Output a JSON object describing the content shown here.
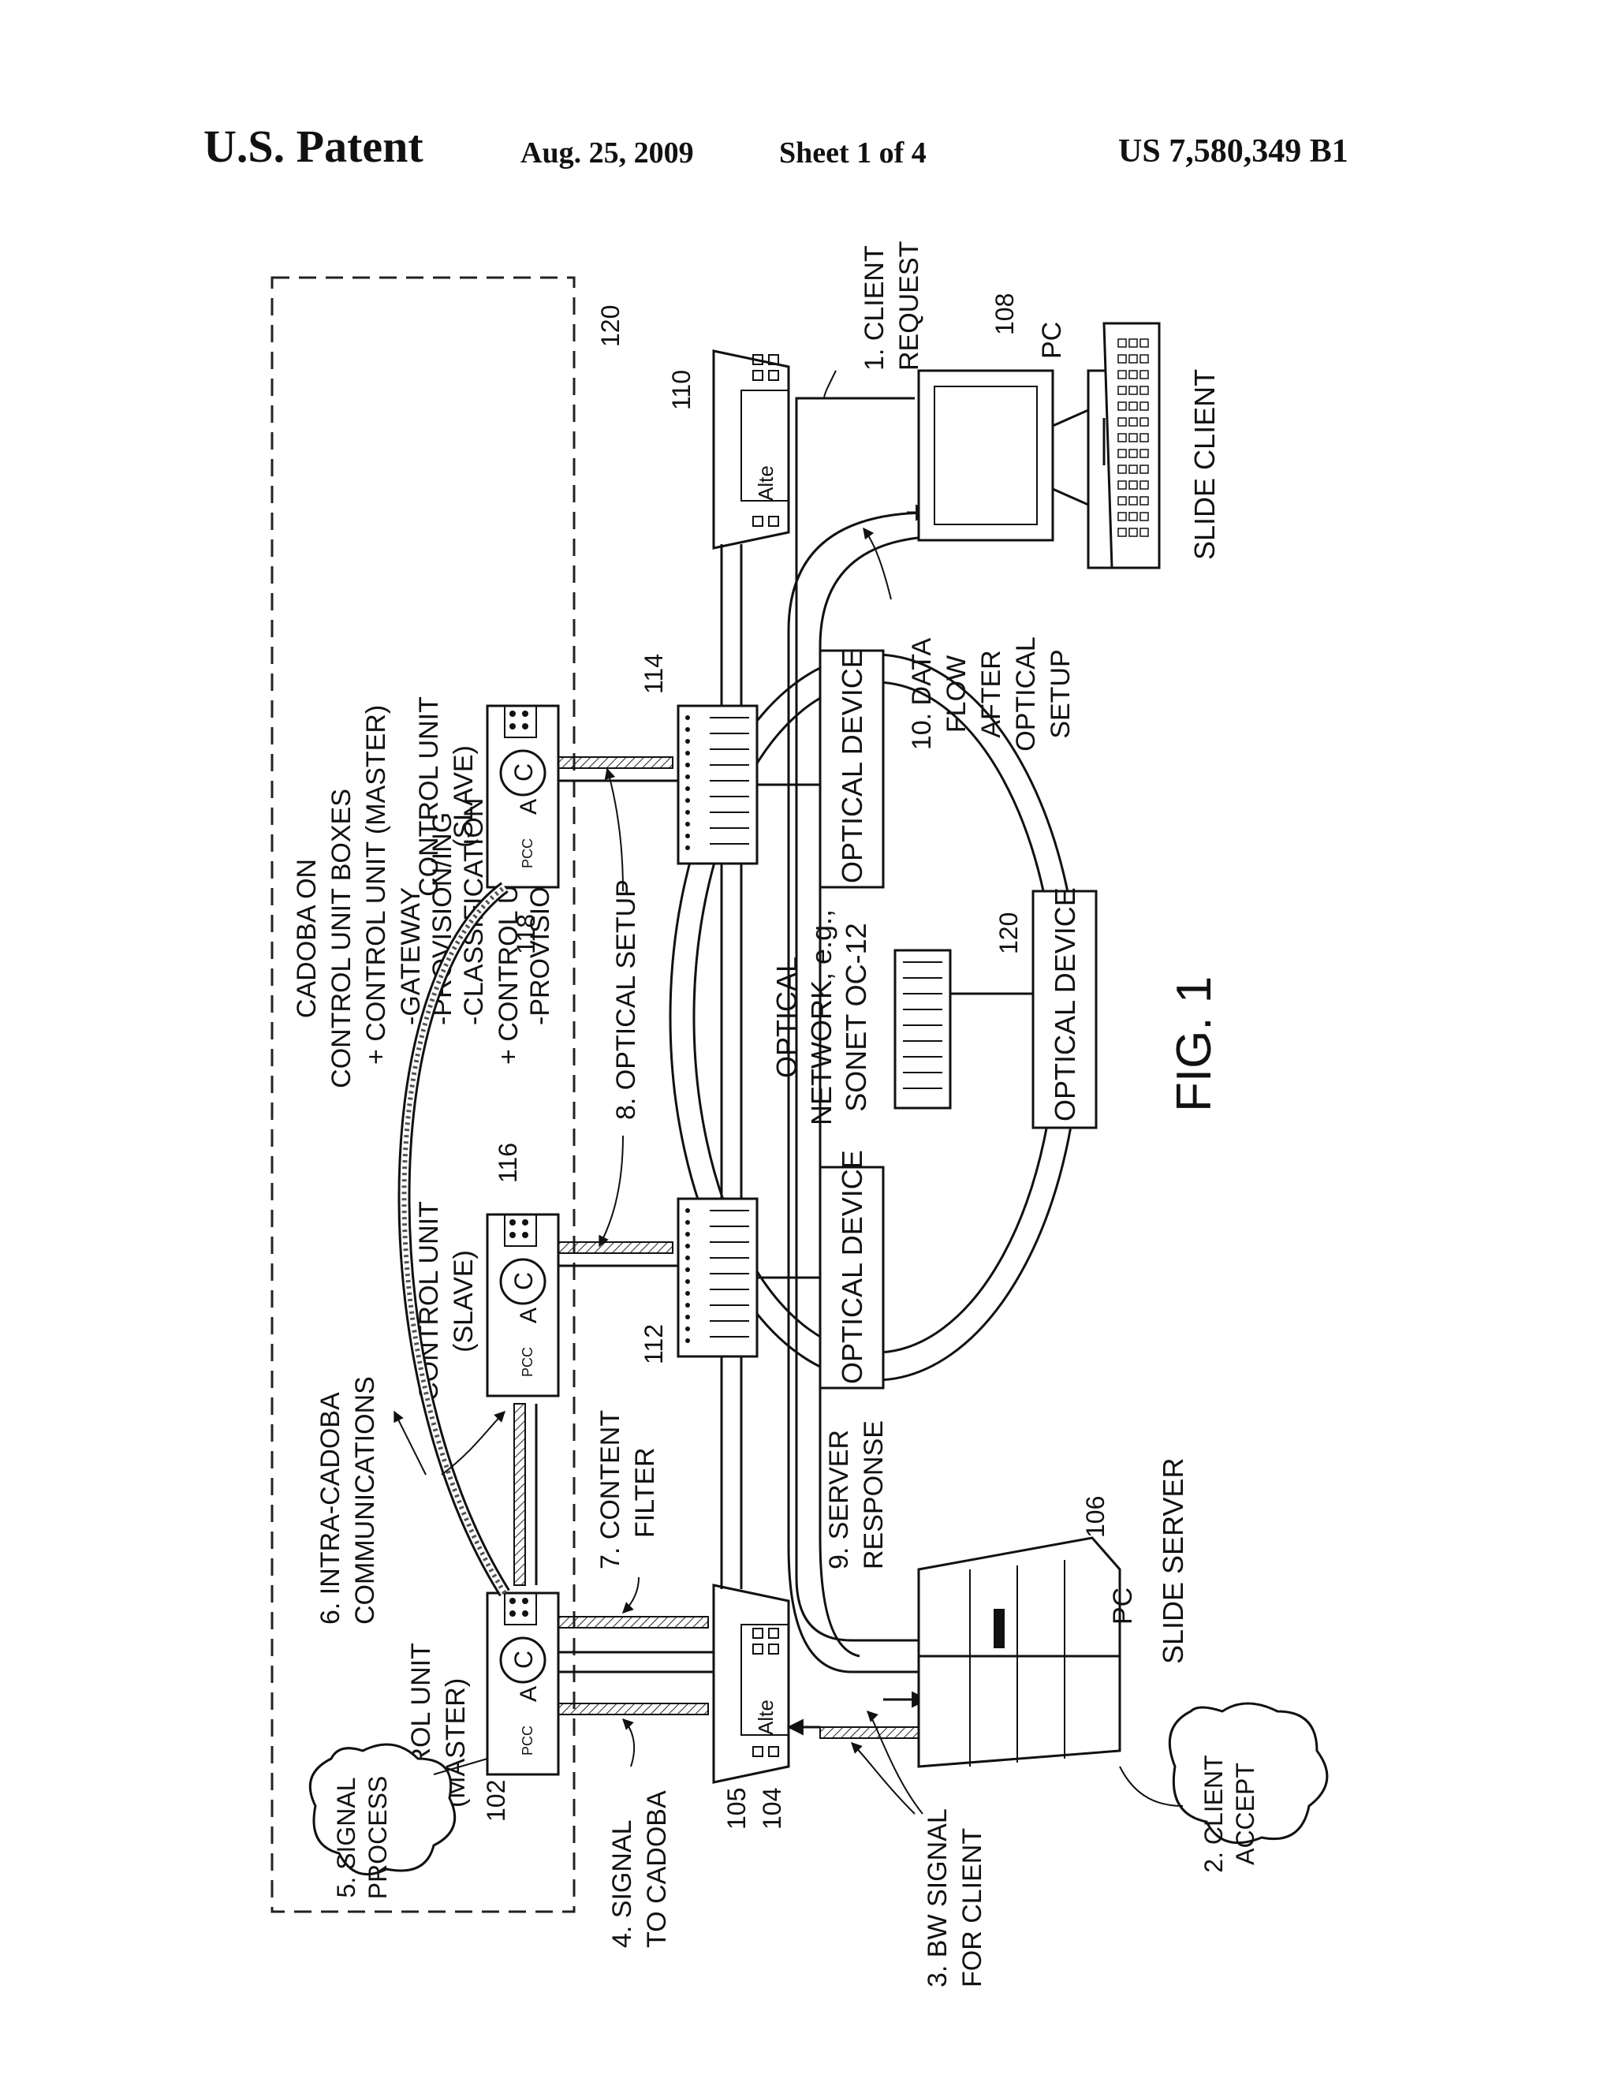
{
  "header": {
    "title": "U.S. Patent",
    "date": "Aug. 25, 2009",
    "sheet": "Sheet 1 of 4",
    "patent_number": "US 7,580,349 B1"
  },
  "figure": {
    "caption": "FIG. 1",
    "cadoba_box": {
      "lines": [
        "CADOBA ON",
        "CONTROL UNIT BOXES",
        "+ CONTROL UNIT (MASTER)",
        "-GATEWAY",
        "-PROVISION/ING",
        "-CLASSIFICATION",
        "+ CONTROL UNIT (SLAVE)",
        "-PROVISIONING"
      ],
      "ref": "120"
    },
    "control_units": [
      {
        "label_line1": "CONTROL UNIT",
        "label_line2": "(MASTER)",
        "ref": "102"
      },
      {
        "label_line1": "CONTROL UNIT",
        "label_line2": "(SLAVE)",
        "ref": "116"
      },
      {
        "label_line1": "CONTROL UNIT",
        "label_line2": "(SLAVE)",
        "ref": "118"
      }
    ],
    "box_glyphs": {
      "pcc": "PCC",
      "a": "A",
      "c": "C",
      "alte": "Alte"
    },
    "optical_devices": [
      {
        "label": "OPTICAL DEVICE",
        "ref": "112"
      },
      {
        "label": "OPTICAL DEVICE",
        "ref": "120"
      },
      {
        "label": "OPTICAL DEVICE",
        "ref": "114"
      }
    ],
    "network_label": [
      "OPTICAL",
      "NETWORK, e.g.,",
      "SONET OC-12"
    ],
    "routers": {
      "ref_left_a": "105",
      "ref_left_b": "104",
      "ref_right": "110"
    },
    "server": {
      "label": "SLIDE SERVER",
      "pc": "PC",
      "ref": "106"
    },
    "client": {
      "label": "SLIDE CLIENT",
      "pc": "PC",
      "ref": "108"
    },
    "steps": {
      "s1": [
        "1. CLIENT",
        "REQUEST"
      ],
      "s2": [
        "2. CLIENT",
        "ACCEPT"
      ],
      "s3": [
        "3. BW SIGNAL",
        "FOR CLIENT"
      ],
      "s4": [
        "4. SIGNAL",
        "TO CADOBA"
      ],
      "s5": [
        "5. SIGNAL",
        "PROCESS"
      ],
      "s6": [
        "6. INTRA-CADOBA",
        "COMMUNICATIONS"
      ],
      "s7": [
        "7. CONTENT",
        "FILTER"
      ],
      "s8": [
        "8. OPTICAL SETUP"
      ],
      "s9": [
        "9. SERVER",
        "RESPONSE"
      ],
      "s10": [
        "10. DATA",
        "FLOW",
        "AFTER",
        "OPTICAL",
        "SETUP"
      ]
    }
  }
}
